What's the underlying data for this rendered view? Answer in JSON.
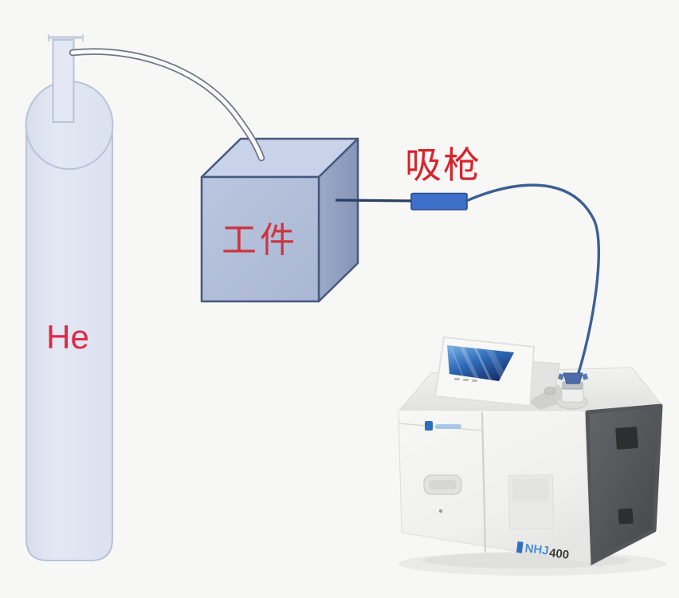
{
  "diagram": {
    "helium_cylinder": {
      "label": "He"
    },
    "workpiece": {
      "label": "工件"
    },
    "sniffer_probe": {
      "label": "吸枪"
    },
    "leak_detector": {
      "model_prefix": "NHJ",
      "model_suffix": "400"
    },
    "colors": {
      "label_red": "#d6242b",
      "workpiece_label_red": "#cc3540",
      "cylinder_label_red": "#e02745",
      "cylinder_fill": "#dfe5f2",
      "cube_front_fill": "#b5c1db",
      "cube_top_fill": "#c8d2e8",
      "cube_side_fill": "#94a3c4",
      "sniffer_gun_blue": "#3e6fc9",
      "tube_blue": "#3d5f94",
      "detector_side_gray": "#535456",
      "screen_blue": "#2e6ab8",
      "background": "#f7f7f6"
    }
  }
}
